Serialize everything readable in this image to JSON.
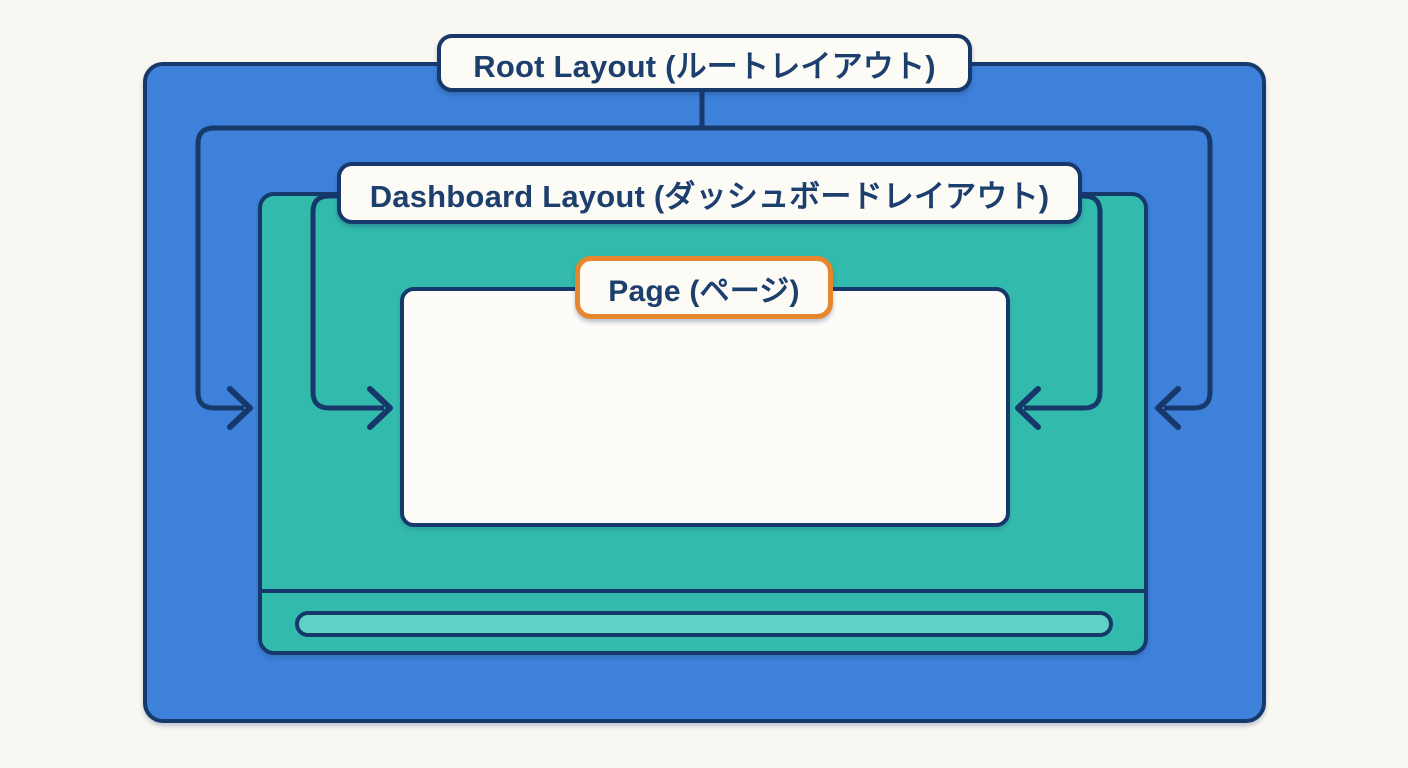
{
  "diagram": {
    "background": "#f9f7f1",
    "type": "nested-layout-diagram",
    "colors": {
      "navy_border": "#17386b",
      "root_layout_fill": "#3d81da",
      "dashboard_layout_fill": "#32bbac",
      "page_fill": "#fdfcf8",
      "footer_bar_fill": "#5fd2c6",
      "label_fill": "#fcfbf6",
      "page_label_border": "#e8862d",
      "text": "#1d3f6e"
    },
    "nodes": {
      "root_layout": {
        "label": "Root Layout (ルートレイアウト)"
      },
      "dashboard_layout": {
        "label": "Dashboard Layout (ダッシュボードレイアウト)"
      },
      "page": {
        "label": "Page (ページ)"
      }
    }
  }
}
